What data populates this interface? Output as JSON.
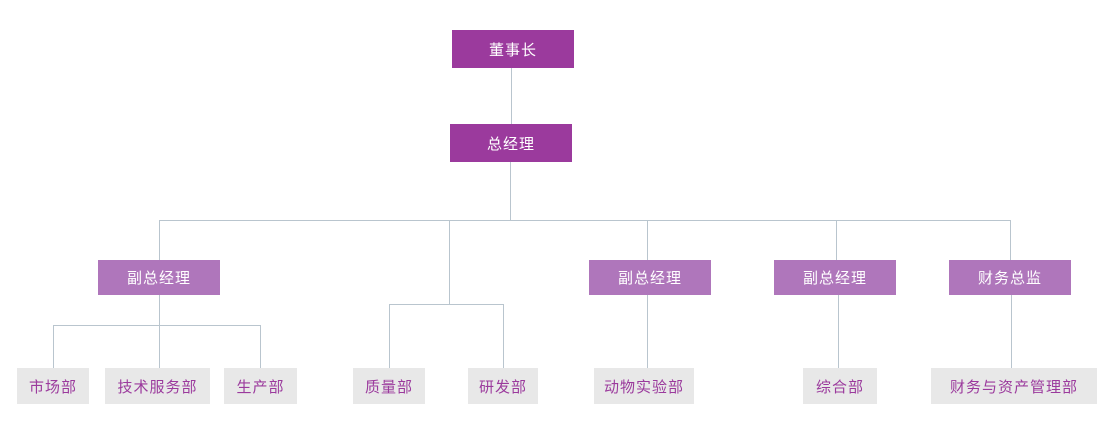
{
  "colors": {
    "level1_bg": "#9B3A9D",
    "level3_bg": "#AF76BB",
    "dept_bg": "#E8E8E8",
    "dept_text": "#9B3A9D",
    "node_text": "#FFFFFF",
    "line": "#B9C5CE",
    "background": "#FFFFFF"
  },
  "org": {
    "chairman": {
      "label": "董事长"
    },
    "general_manager": {
      "label": "总经理"
    },
    "branches": [
      {
        "head": {
          "label": "副总经理"
        },
        "departments": [
          {
            "label": "市场部"
          },
          {
            "label": "技术服务部"
          },
          {
            "label": "生产部"
          }
        ]
      },
      {
        "head": null,
        "departments": [
          {
            "label": "质量部"
          },
          {
            "label": "研发部"
          }
        ]
      },
      {
        "head": {
          "label": "副总经理"
        },
        "departments": [
          {
            "label": "动物实验部"
          }
        ]
      },
      {
        "head": {
          "label": "副总经理"
        },
        "departments": [
          {
            "label": "综合部"
          }
        ]
      },
      {
        "head": {
          "label": "财务总监"
        },
        "departments": [
          {
            "label": "财务与资产管理部"
          }
        ]
      }
    ]
  }
}
